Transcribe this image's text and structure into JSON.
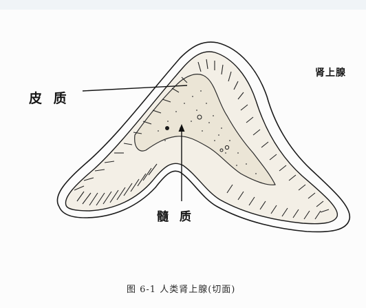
{
  "labels": {
    "cortex": "皮 质",
    "medulla": "髓 质",
    "organ": "肾上腺"
  },
  "caption": "图 6-1   人类肾上腺(切面)",
  "colors": {
    "ink": "#1a1a1a",
    "paper": "#fcfcfc",
    "stipple": "#efe9dc"
  }
}
